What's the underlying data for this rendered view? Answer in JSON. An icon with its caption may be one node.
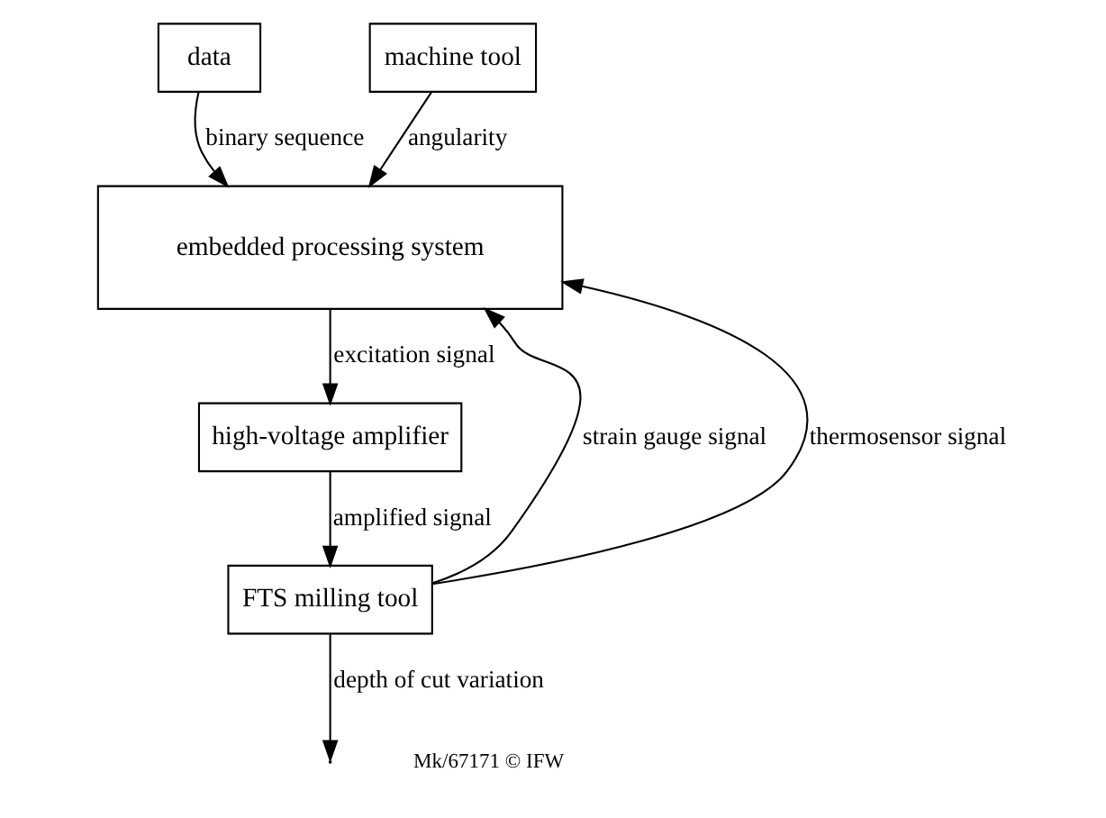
{
  "diagram": {
    "nodes": [
      {
        "text": [
          "data"
        ]
      },
      {
        "text": [
          "machine tool"
        ]
      },
      {
        "text": [
          "embedded processing system"
        ]
      },
      {
        "text": [
          "high-voltage amplifier"
        ]
      },
      {
        "text": [
          "FTS milling tool"
        ]
      }
    ],
    "edges": [
      {
        "from": 0,
        "to": 2,
        "arrow": "to",
        "label": "binary sequence"
      },
      {
        "from": 1,
        "to": 2,
        "arrow": "to",
        "label": "angularity"
      },
      {
        "from": 2,
        "to": 3,
        "arrow": "to",
        "label": "excitation signal"
      },
      {
        "from": 3,
        "to": 4,
        "arrow": "to",
        "label": "amplified signal"
      },
      {
        "from": 4,
        "to": 2,
        "arrow": "to",
        "label": "strain gauge signal"
      },
      {
        "from": 4,
        "to": 2,
        "arrow": "to",
        "label": "thermosensor signal"
      },
      {
        "from": 4,
        "to": null,
        "arrow": "to",
        "label": "depth of cut variation"
      }
    ],
    "labels": [
      "Mk/67171 © IFW"
    ]
  }
}
